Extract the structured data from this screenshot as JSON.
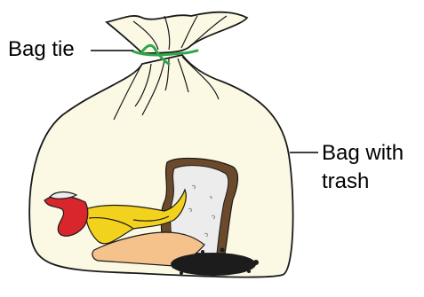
{
  "labels": {
    "bag_tie": "Bag tie",
    "bag_with_trash_line1": "Bag with",
    "bag_with_trash_line2": "trash"
  },
  "colors": {
    "bag_fill": "#fbf8e4",
    "bag_outline": "#1a1a1a",
    "tie_green": "#2fa84a",
    "banana_yellow": "#f2d21c",
    "apple_red": "#d8262c",
    "bread_crust": "#6b4a2b",
    "bread_slice": "#ececec",
    "cheese_orange": "#f5c28c",
    "coffee_grounds": "#1c1c1c"
  },
  "icons": [
    "trash-bag-icon",
    "bag-tie-icon",
    "banana-peel-icon",
    "apple-core-icon",
    "bread-slice-icon",
    "cheese-slice-icon",
    "coffee-grounds-icon"
  ]
}
